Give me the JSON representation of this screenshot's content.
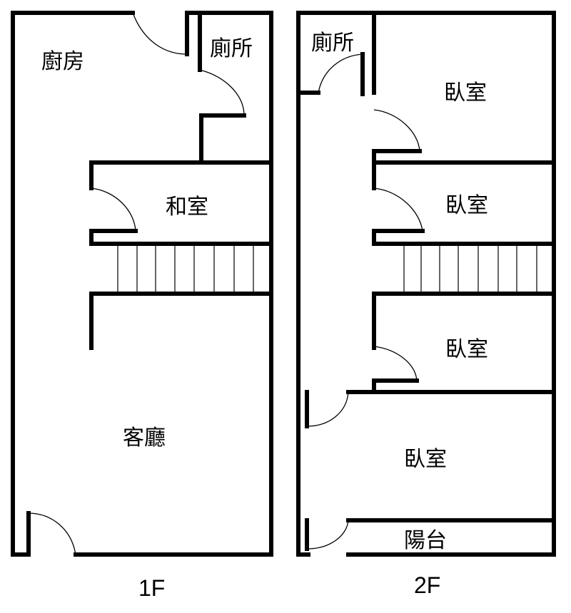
{
  "floors": [
    {
      "label": "1F",
      "rooms": [
        "廚房",
        "廁所",
        "和室",
        "客廳"
      ]
    },
    {
      "label": "2F",
      "rooms": [
        "廁所",
        "臥室",
        "臥室",
        "臥室",
        "臥室",
        "陽台"
      ]
    }
  ]
}
